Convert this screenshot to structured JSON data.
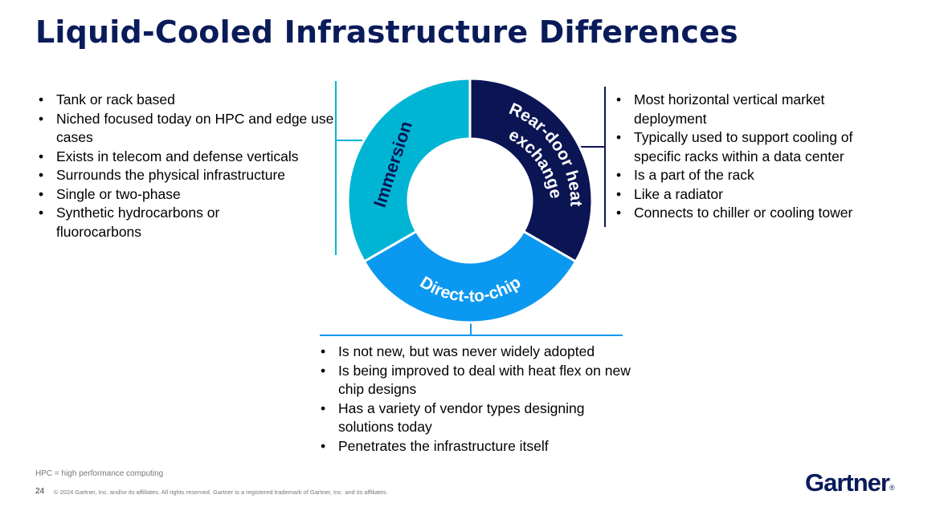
{
  "title": "Liquid-Cooled Infrastructure Differences",
  "colors": {
    "immersion": "#00b5d4",
    "rear_door": "#0b1554",
    "direct_to_chip": "#0b98f0",
    "title": "#0a1b5a"
  },
  "segments": {
    "immersion": "Immersion",
    "rear_door_line1": "Rear-door heat",
    "rear_door_line2": "exchange",
    "direct_to_chip": "Direct-to-chip"
  },
  "left_bullets": [
    "Tank or rack based",
    "Niched focused today on HPC and edge use cases",
    "Exists in telecom and defense verticals",
    "Surrounds the physical infrastructure",
    "Single or two-phase",
    "Synthetic hydrocarbons or fluorocarbons"
  ],
  "right_bullets": [
    "Most horizontal vertical market deployment",
    "Typically used to support cooling of specific racks within a data center",
    "Is a part of the rack",
    "Like a radiator",
    "Connects to chiller or cooling tower"
  ],
  "bottom_bullets": [
    "Is not new, but was never widely adopted",
    "Is being improved to deal with heat flex on new chip designs",
    "Has a variety of vendor types designing solutions today",
    "Penetrates the infrastructure itself"
  ],
  "footer": {
    "footnote": "HPC = high performance computing",
    "page_number": "24",
    "copyright": "© 2024 Gartner, Inc. and/or its affiliates. All rights reserved. Gartner is a registered trademark of Gartner, Inc. and its affiliates.",
    "logo": "Gartner",
    "logo_mark": "®"
  }
}
